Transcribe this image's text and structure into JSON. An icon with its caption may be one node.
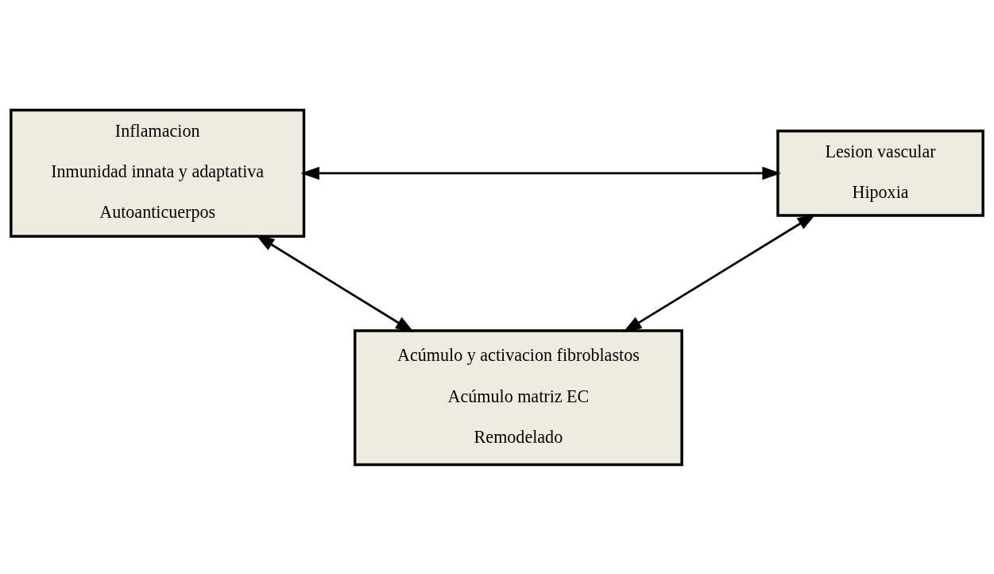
{
  "diagram": {
    "nodes": [
      {
        "text": [
          "Inflamacion",
          "Inmunidad innata y adaptativa",
          "Autoanticuerpos"
        ]
      },
      {
        "text": [
          "Lesion vascular",
          "Hipoxia"
        ]
      },
      {
        "text": [
          "Acúmulo y activacion fibroblastos",
          "Acúmulo matriz EC",
          "Remodelado"
        ]
      }
    ],
    "edges": [
      {
        "from": 0,
        "to": 1,
        "arrow": "both"
      },
      {
        "from": 0,
        "to": 2,
        "arrow": "both"
      },
      {
        "from": 1,
        "to": 2,
        "arrow": "both"
      }
    ]
  }
}
